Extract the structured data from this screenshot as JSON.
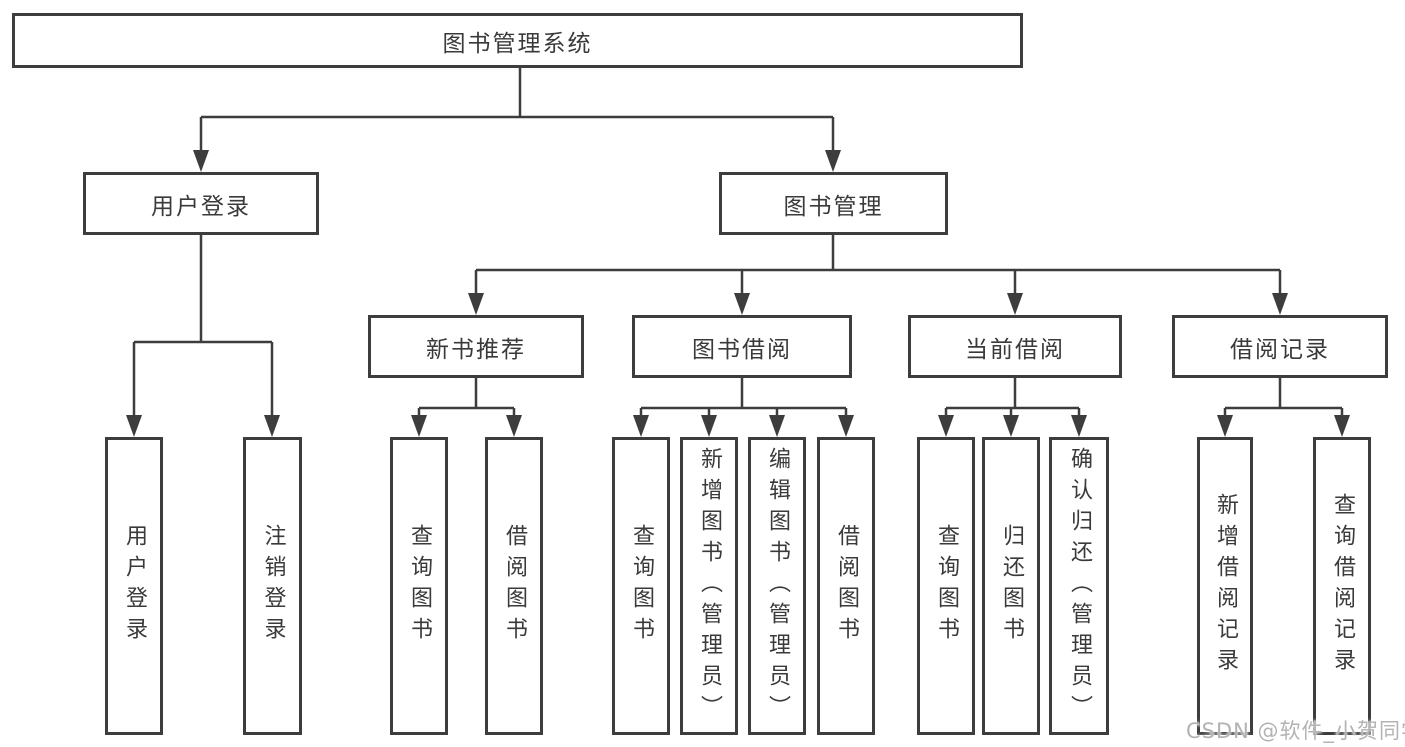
{
  "diagram_type": "functional-structure-tree",
  "colors": {
    "line": "#3d3d3d",
    "text": "#3a3a3a",
    "background": "#ffffff",
    "watermark": "#b3b3b3"
  },
  "tree": {
    "label": "图书管理系统",
    "children": [
      {
        "label": "用户登录",
        "children": [
          {
            "label": "用户登录"
          },
          {
            "label": "注销登录"
          }
        ]
      },
      {
        "label": "图书管理",
        "children": [
          {
            "label": "新书推荐",
            "children": [
              {
                "label": "查询图书"
              },
              {
                "label": "借阅图书"
              }
            ]
          },
          {
            "label": "图书借阅",
            "children": [
              {
                "label": "查询图书"
              },
              {
                "label": "新增图书（管理员）"
              },
              {
                "label": "编辑图书（管理员）"
              },
              {
                "label": "借阅图书"
              }
            ]
          },
          {
            "label": "当前借阅",
            "children": [
              {
                "label": "查询图书"
              },
              {
                "label": "归还图书"
              },
              {
                "label": "确认归还（管理员）"
              }
            ]
          },
          {
            "label": "借阅记录",
            "children": [
              {
                "label": "新增借阅记录"
              },
              {
                "label": "查询借阅记录"
              }
            ]
          }
        ]
      }
    ]
  },
  "watermark": "CSDN @软件_小贺同学"
}
